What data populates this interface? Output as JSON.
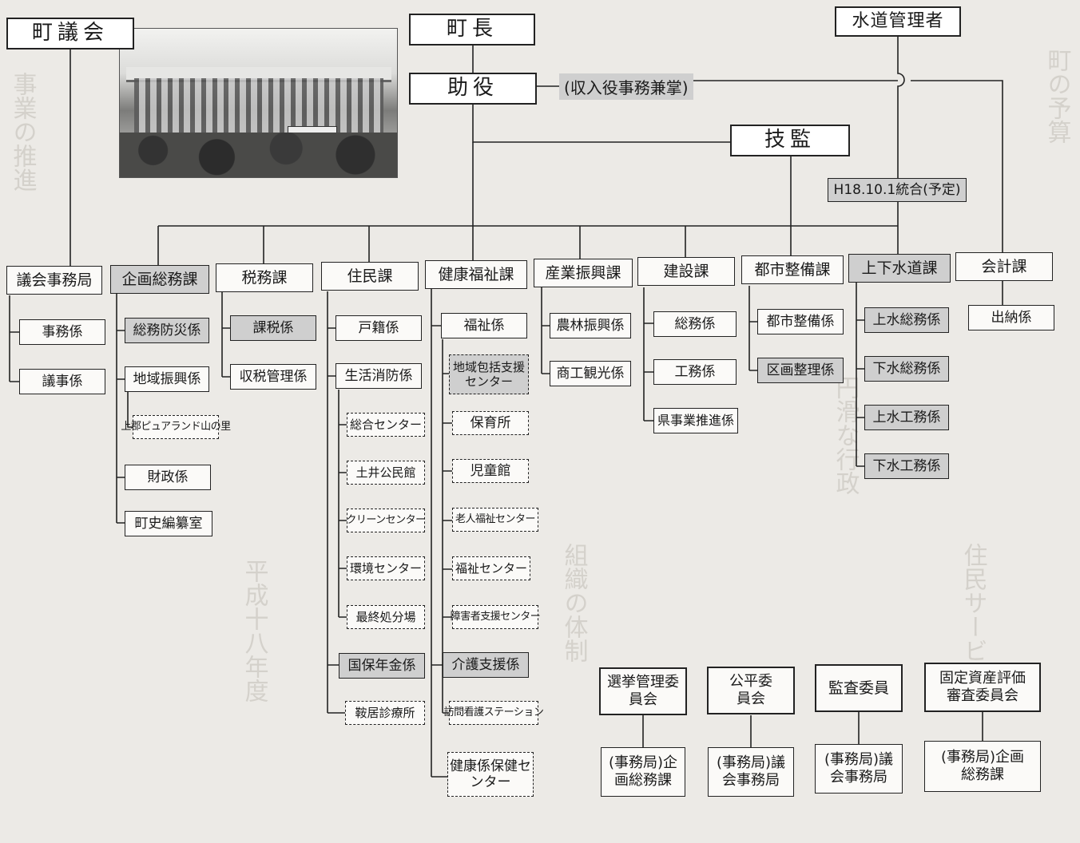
{
  "background_text": [
    "事業の推進",
    "町の予算",
    "円滑な行政",
    "組織の体制",
    "住民サービス",
    "平成十八年度"
  ],
  "top": {
    "council": "町議会",
    "mayor": "町長",
    "deputy": "助役",
    "deputy_note": "(収入役事務兼掌)",
    "water_manager": "水道管理者",
    "engineer": "技監",
    "merge_note": "H18.10.1統合(予定)"
  },
  "departments": {
    "gikai": {
      "label": "議会事務局",
      "items": [
        "事務係",
        "議事係"
      ]
    },
    "kikaku": {
      "label": "企画総務課",
      "items": [
        "総務防災係",
        "地域振興係",
        "上郡ピュアランド山の里",
        "財政係",
        "町史編纂室"
      ]
    },
    "zeimu": {
      "label": "税務課",
      "items": [
        "課税係",
        "収税管理係"
      ]
    },
    "jumin": {
      "label": "住民課",
      "items": [
        "戸籍係",
        "生活消防係",
        "総合センター",
        "土井公民館",
        "クリーンセンター",
        "環境センター",
        "最終処分場",
        "国保年金係",
        "鞍居診療所"
      ]
    },
    "kenko": {
      "label": "健康福祉課",
      "items": [
        "福祉係",
        "地域包括支援センター",
        "保育所",
        "児童館",
        "老人福祉センター",
        "福祉センター",
        "障害者支援センター",
        "介護支援係",
        "訪問看護ステーション",
        "健康係保健センター"
      ]
    },
    "sangyo": {
      "label": "産業振興課",
      "items": [
        "農林振興係",
        "商工観光係"
      ]
    },
    "kensetsu": {
      "label": "建設課",
      "items": [
        "総務係",
        "工務係",
        "県事業推進係"
      ]
    },
    "toshi": {
      "label": "都市整備課",
      "items": [
        "都市整備係",
        "区画整理係"
      ]
    },
    "suido": {
      "label": "上下水道課",
      "items": [
        "上水総務係",
        "下水総務係",
        "上水工務係",
        "下水工務係"
      ]
    },
    "kaikei": {
      "label": "会計課",
      "items": [
        "出納係"
      ]
    }
  },
  "committees": [
    {
      "name": "選挙管理委員会",
      "office": "(事務局)企画総務課"
    },
    {
      "name": "公平委員会",
      "office": "(事務局)議会事務局"
    },
    {
      "name": "監査委員",
      "office": "(事務局)議会事務局"
    },
    {
      "name": "固定資産評価審査委員会",
      "office": "(事務局)企画総務課"
    }
  ],
  "colors": {
    "shaded": "#cfcfcf",
    "box": "#fbfaf8",
    "line": "#222222"
  }
}
